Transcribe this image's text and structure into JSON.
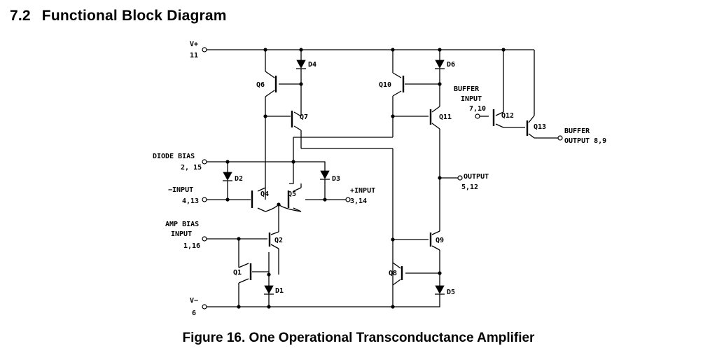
{
  "header": {
    "section_number": "7.2",
    "section_title": "Functional Block Diagram"
  },
  "figure_caption": "Figure 16.  One Operational Transconductance Amplifier",
  "diagram": {
    "pins": {
      "vplus_label": "V+",
      "vplus_pin": "11",
      "vminus_label": "V−",
      "vminus_pin": "6",
      "diode_bias_label": "DIODE BIAS",
      "diode_bias_pins": "2, 15",
      "minus_input_label": "−INPUT",
      "minus_input_pins": "4,13",
      "plus_input_label": "+INPUT",
      "plus_input_pins": "3,14",
      "amp_bias_label_1": "AMP BIAS",
      "amp_bias_label_2": "INPUT",
      "amp_bias_pins": "1,16",
      "output_label": "OUTPUT",
      "output_pins": "5,12",
      "buffer_input_label_1": "BUFFER",
      "buffer_input_label_2": "INPUT",
      "buffer_input_pins": "7,10",
      "buffer_output_label_1": "BUFFER",
      "buffer_output_label_2": "OUTPUT 8,9"
    },
    "transistors": {
      "q1": "Q1",
      "q2": "Q2",
      "q4": "Q4",
      "q5": "Q5",
      "q6": "Q6",
      "q7": "Q7",
      "q8": "Q8",
      "q9": "Q9",
      "q10": "Q10",
      "q11": "Q11",
      "q12": "Q12",
      "q13": "Q13"
    },
    "diodes": {
      "d1": "D1",
      "d2": "D2",
      "d3": "D3",
      "d4": "D4",
      "d5": "D5",
      "d6": "D6"
    }
  }
}
